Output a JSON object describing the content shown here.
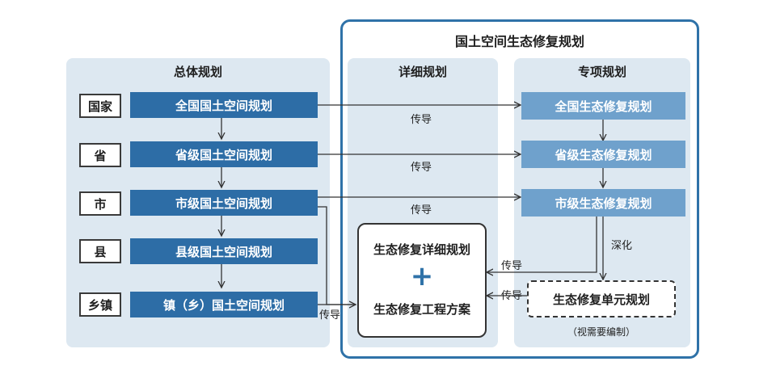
{
  "outer_title": "国土空间生态修复规划",
  "overall": {
    "title": "总体规划",
    "levels": [
      "国家",
      "省",
      "市",
      "县",
      "乡镇"
    ],
    "plans": [
      "全国国土空间规划",
      "省级国土空间规划",
      "市级国土空间规划",
      "县级国土空间规划",
      "镇（乡）国土空间规划"
    ]
  },
  "detailed": {
    "title": "详细规划",
    "line1": "生态修复详细规划",
    "plus": "+",
    "line2": "生态修复工程方案"
  },
  "special": {
    "title": "专项规划",
    "plans": [
      "全国生态修复规划",
      "省级生态修复规划",
      "市级生态修复规划"
    ],
    "unit": "生态修复单元规划",
    "unit_note": "（视需要编制）"
  },
  "labels": {
    "transmit": "传导",
    "deepen": "深化"
  },
  "colors": {
    "outer_border": "#2f72a8",
    "panel_bg": "#dde8f1",
    "dark_box": "#2d6da6",
    "light_box": "#6fa1cc"
  }
}
